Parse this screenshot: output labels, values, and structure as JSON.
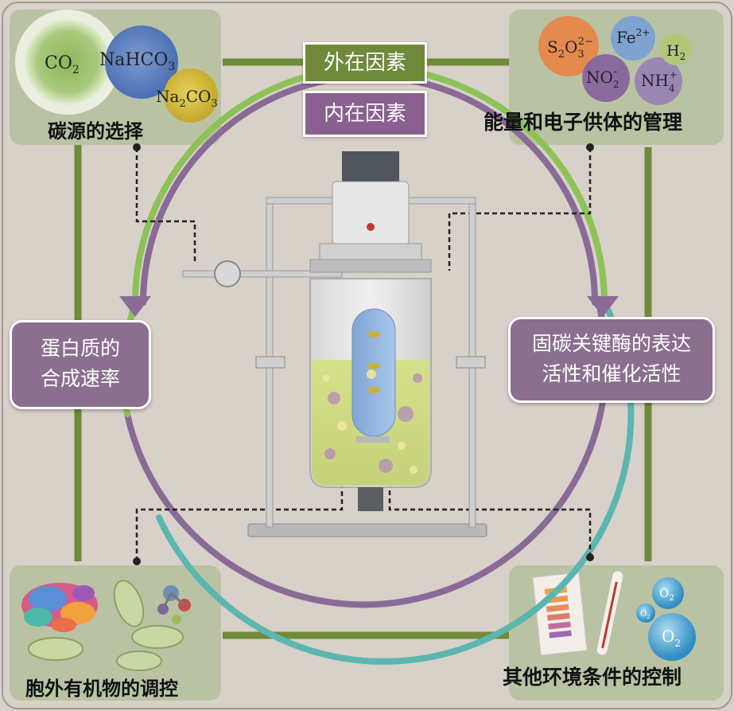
{
  "center_labels": {
    "external": "外在因素",
    "internal": "内在因素"
  },
  "corner_labels": {
    "top_left": "碳源的选择",
    "top_right": "能量和电子供体的管理",
    "bottom_left": "胞外有机物的调控",
    "bottom_right": "其他环境条件的控制"
  },
  "side_boxes": {
    "left_line1": "蛋白质的",
    "left_line2": "合成速率",
    "right_line1": "固碳关键酶的表达",
    "right_line2": "活性和催化活性"
  },
  "carbon_sources": {
    "co2_main": "CO",
    "co2_sub": "2",
    "nahco3_main": "NaHCO",
    "nahco3_sub": "3",
    "na2co3_a": "Na",
    "na2co3_sub1": "2",
    "na2co3_b": "CO",
    "na2co3_sub2": "3"
  },
  "donors": {
    "s2o3_s": "S",
    "s2o3_sub1": "2",
    "s2o3_o": "O",
    "s2o3_sub2": "3",
    "s2o3_sup": "2−",
    "fe": "Fe",
    "fe_sup": "2+",
    "h2": "H",
    "h2_sub": "2",
    "no2": "NO",
    "no2_sub": "2",
    "no2_sup": "-",
    "nh4": "NH",
    "nh4_sub": "4",
    "nh4_sup": "+"
  },
  "oxygen": {
    "o2_a": "O",
    "o2_a_sub": "2",
    "o2_b": "O",
    "o2_b_sub": "2",
    "o2_c": "O",
    "o2_c_sub": "2"
  },
  "colors": {
    "frame_green": "#6f8a3a",
    "circle_purple": "#8a6a96",
    "circle_green": "#8dc257",
    "circle_teal": "#5bb6b0",
    "box_green": "#6f8a3a",
    "box_purple": "#8a6090",
    "background": "#d8d1c9",
    "panel": "#b9c3a3"
  }
}
